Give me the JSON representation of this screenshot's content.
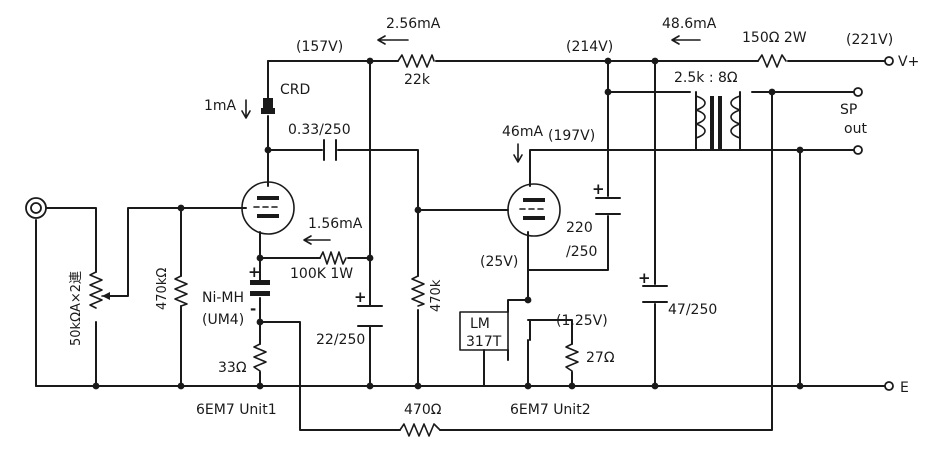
{
  "labels": {
    "v157": "(157V)",
    "i256": "2.56mA",
    "r22k": "22k",
    "v214": "(214V)",
    "i486": "48.6mA",
    "r150": "150Ω 2W",
    "v221": "(221V)",
    "vplus": "V+",
    "i1": "1mA",
    "crd": "CRD",
    "cap033": "0.33/250",
    "trans": "2.5k : 8Ω",
    "sp": "SP",
    "out": "out",
    "i46": "46mA",
    "v197": "(197V)",
    "i156": "1.56mA",
    "r100k": "100K 1W",
    "pot": "50kΩA×2連",
    "r470k1": "470kΩ",
    "r470k2": "470k",
    "cap220a": "220",
    "cap220b": "/250",
    "v25": "(25V)",
    "nimh": "Ni-MH",
    "um4": "(UM4)",
    "lm1": "LM",
    "lm2": "317T",
    "v125": "(1.25V)",
    "cap47": "47/250",
    "cap22": "22/250",
    "r33": "33Ω",
    "r27": "27Ω",
    "unit1": "6EM7 Unit1",
    "r470": "470Ω",
    "unit2": "6EM7 Unit2",
    "earth": "E"
  }
}
